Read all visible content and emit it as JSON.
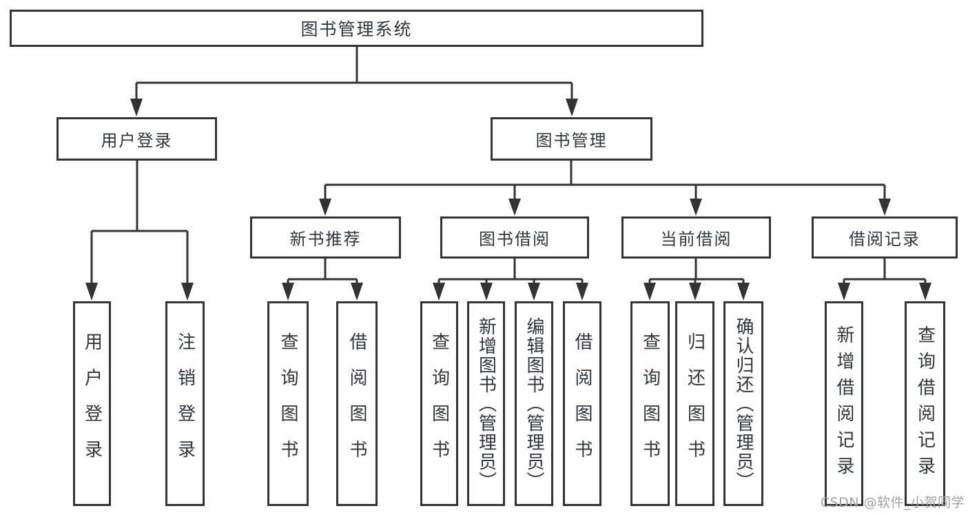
{
  "colors": {
    "background": "#ffffff",
    "line": "#333333",
    "box_border": "#333333",
    "text": "#30353c",
    "watermark": "#a2a2a2"
  },
  "diagram": {
    "root": {
      "label": "图书管理系统"
    },
    "level2": [
      {
        "label": "用户登录"
      },
      {
        "label": "图书管理"
      }
    ],
    "level3": [
      {
        "label": "新书推荐",
        "parent": "图书管理"
      },
      {
        "label": "图书借阅",
        "parent": "图书管理"
      },
      {
        "label": "当前借阅",
        "parent": "图书管理"
      },
      {
        "label": "借阅记录",
        "parent": "图书管理"
      }
    ],
    "leaves": [
      {
        "label": "用户登录",
        "parent": "用户登录"
      },
      {
        "label": "注销登录",
        "parent": "用户登录"
      },
      {
        "label": "查询图书",
        "parent": "新书推荐"
      },
      {
        "label": "借阅图书",
        "parent": "新书推荐"
      },
      {
        "label": "查询图书",
        "parent": "图书借阅"
      },
      {
        "label": "新增图书（管理员）",
        "parent": "图书借阅"
      },
      {
        "label": "编辑图书（管理员）",
        "parent": "图书借阅"
      },
      {
        "label": "借阅图书",
        "parent": "图书借阅"
      },
      {
        "label": "查询图书",
        "parent": "当前借阅"
      },
      {
        "label": "归还图书",
        "parent": "当前借阅"
      },
      {
        "label": "确认归还（管理员）",
        "parent": "当前借阅"
      },
      {
        "label": "新增借阅记录",
        "parent": "借阅记录"
      },
      {
        "label": "查询借阅记录",
        "parent": "借阅记录"
      }
    ]
  },
  "watermark": {
    "text": "CSDN @软件_小贺同学"
  }
}
